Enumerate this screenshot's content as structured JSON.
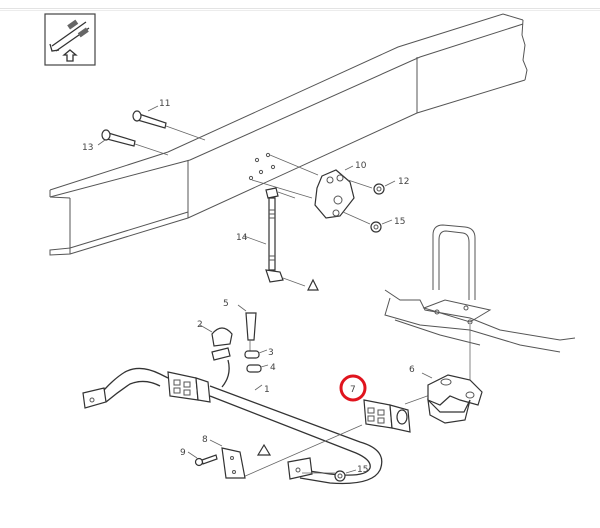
{
  "diagram": {
    "callouts": {
      "c1": "1",
      "c2": "2",
      "c3": "3",
      "c4": "4",
      "c5": "5",
      "c6": "6",
      "c7": "7",
      "c8": "8",
      "c9": "9",
      "c10": "10",
      "c11": "11",
      "c12": "12",
      "c13": "13",
      "c14": "14",
      "c15a": "15",
      "c15b": "15"
    },
    "highlighted_callout": "7",
    "highlight_color": "#e0141e",
    "orientation_icon": "vehicle-direction-arrow-icon"
  }
}
